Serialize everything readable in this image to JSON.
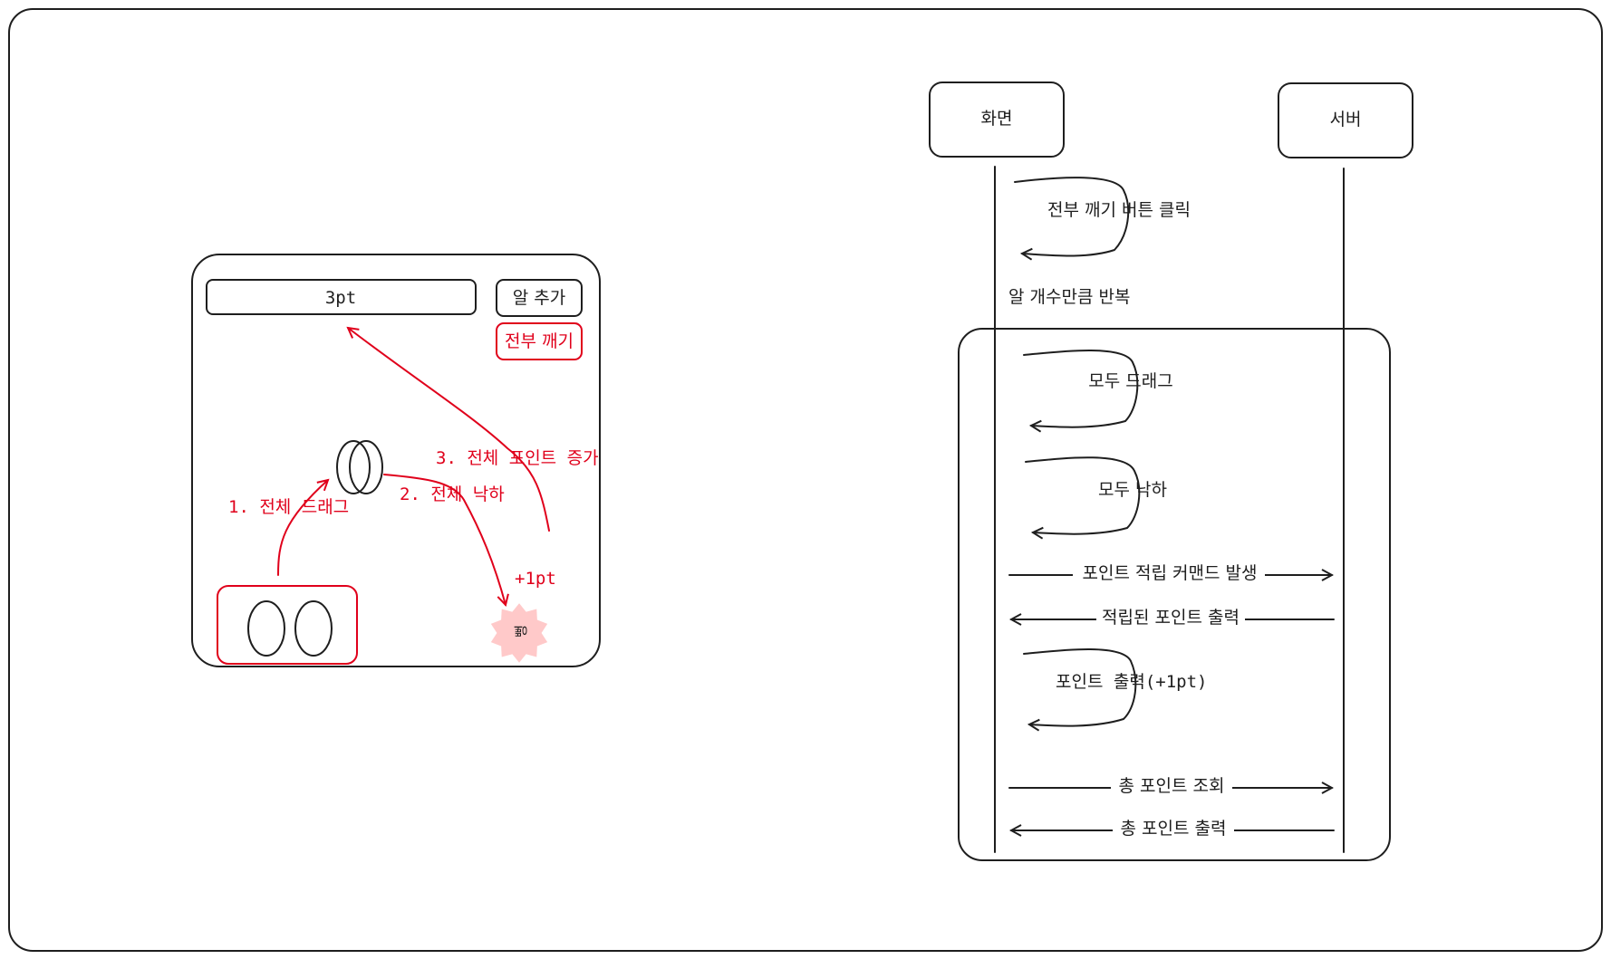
{
  "wireframe": {
    "points_display": "3pt",
    "add_egg_button": "알 추가",
    "break_all_button": "전부 깨기",
    "step1": "1. 전체 드래그",
    "step2": "2. 전체 낙하",
    "step3": "3. 전체 포인트 증가",
    "plus_point": "+1pt",
    "burst_label": "뻥"
  },
  "sequence": {
    "participants": [
      "화면",
      "서버"
    ],
    "messages": [
      "전부 깨기 버튼 클릭",
      "알 개수만큼 반복",
      "모두 드래그",
      "모두 낙하",
      "포인트 적립 커맨드 발생",
      "적립된 포인트 출력",
      "포인트 출력(+1pt)",
      "총 포인트 조회",
      "총 포인트 출력"
    ]
  },
  "colors": {
    "ink": "#1e1e1e",
    "accent_red": "#e0001b",
    "burst_fill": "#ffc9c9"
  }
}
